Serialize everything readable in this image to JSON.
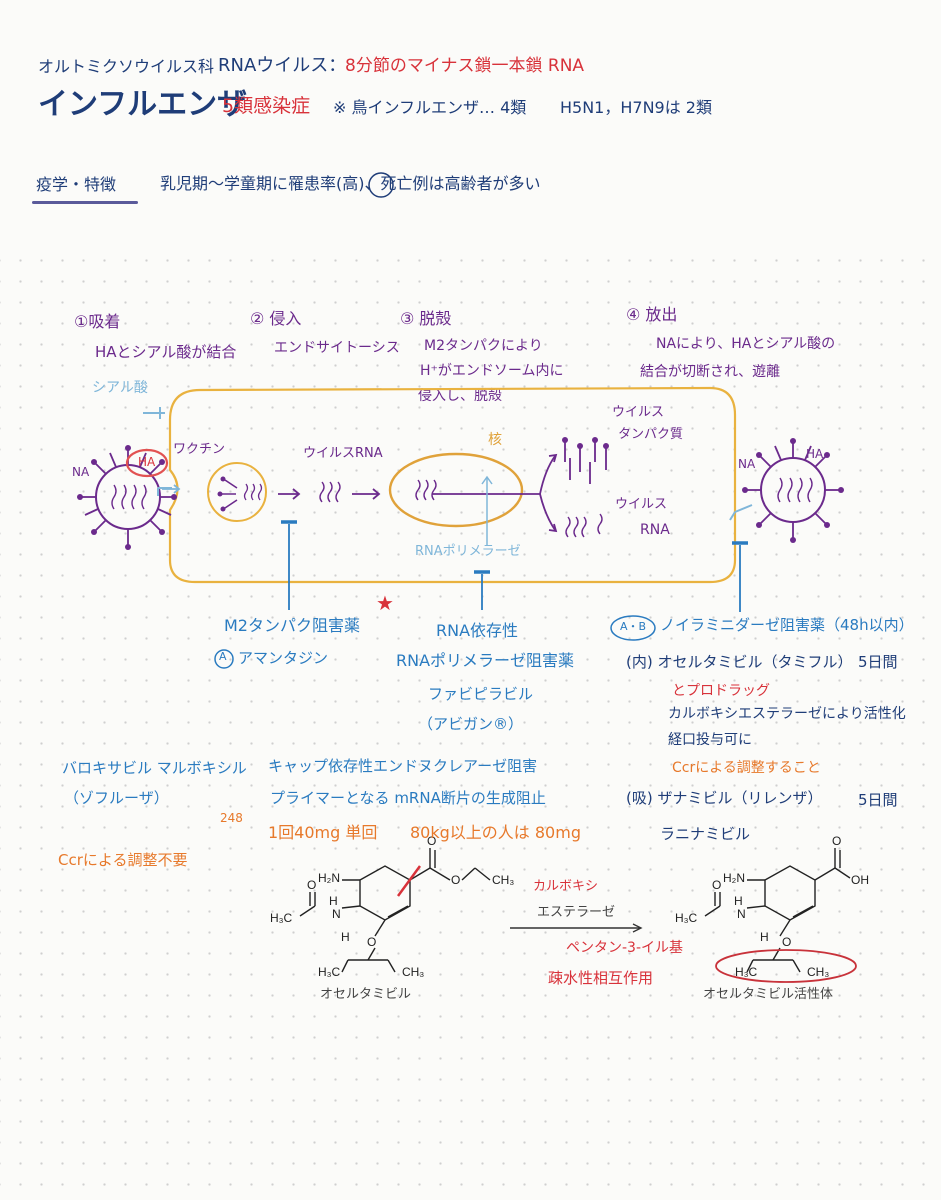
{
  "header": {
    "family": "オルトミクソウイルス科",
    "rna_virus_label": "RNAウイルス：",
    "rna_virus_desc": "8分節のマイナス鎖一本鎖 RNA",
    "title": "インフルエンザ",
    "infection_class": "5類感染症",
    "bird_flu_note": "※ 鳥インフルエンザ… 4類",
    "subtype_note": "H5N1，H7N9は 2類",
    "epi_label": "疫学・特徴",
    "epi_text": "乳児期〜学童期に罹患率(高)、死亡例は高齢者が多い"
  },
  "stages": {
    "s1_title": "①吸着",
    "s1_desc": "HAとシアル酸が結合",
    "s2_title": "② 侵入",
    "s2_desc": "エンドサイトーシス",
    "s3_title": "③ 脱殻",
    "s3_desc1": "M2タンパクにより",
    "s3_desc2": "H⁺がエンドソーム内に",
    "s3_desc3": "侵入し、脱殻",
    "s4_title": "④ 放出",
    "s4_desc1": "NAにより、HAとシアル酸の",
    "s4_desc2": "結合が切断され、遊離"
  },
  "diagram_labels": {
    "sialic_acid": "シアル酸",
    "na_left": "NA",
    "ha_left": "HA",
    "vaccine": "ワクチン",
    "viral_rna_mid": "ウイルスRNA",
    "nucleus": "核",
    "viral_protein_1": "ウイルス",
    "viral_protein_2": "タンパク質",
    "viral_rna_right_1": "ウイルス",
    "viral_rna_right_2": "RNA",
    "rna_polymerase": "RNAポリメラーゼ",
    "na_right": "NA",
    "ha_right": "HA",
    "star": "★"
  },
  "drugs": {
    "m2_title": "M2タンパク阻害薬",
    "m2_tag": "A",
    "m2_drug": "アマンタジン",
    "rdrp_title1": "RNA依存性",
    "rdrp_title2": "RNAポリメラーゼ阻害薬",
    "rdrp_drug": "ファビピラビル",
    "rdrp_brand": "（アビガン®）",
    "na_tag": "A・B",
    "na_title": "ノイラミニダーゼ阻害薬（48h以内）",
    "na_oral": "(内) オセルタミビル（タミフル）",
    "na_oral_days": "5日間",
    "prodrug": "とプロドラッグ",
    "prodrug_desc1": "カルボキシエステラーゼにより活性化",
    "prodrug_desc2": "経口投与可に",
    "ccr_adjust": "Ccrによる調整すること",
    "na_inhaled": "(吸) ザナミビル（リレンザ）",
    "na_inhaled_days": "5日間",
    "laninamivir": "ラニナミビル",
    "baloxavir": "バロキサビル マルボキシル",
    "baloxavir_brand": "（ゾフルーザ）",
    "cap_title": "キャップ依存性エンドヌクレアーゼ阻害",
    "cap_desc": "プライマーとなる mRNA断片の生成阻止",
    "cap_num": "248",
    "dose": "1回40mg 単回",
    "dose_heavy": "80kg以上の人は 80mg",
    "ccr_not_needed": "Ccrによる調整不要"
  },
  "chemistry": {
    "left_name": "オセルタミビル",
    "right_name": "オセルタミビル活性体",
    "arrow_label1": "カルボキシ",
    "arrow_label2": "エステラーゼ",
    "group_label": "ペンタン-3-イル基",
    "interaction": "疎水性相互作用",
    "nh2": "H₂N",
    "h": "H",
    "n": "N",
    "o": "O",
    "ch3": "CH₃",
    "h3c": "H₃C",
    "oh": "OH"
  }
}
